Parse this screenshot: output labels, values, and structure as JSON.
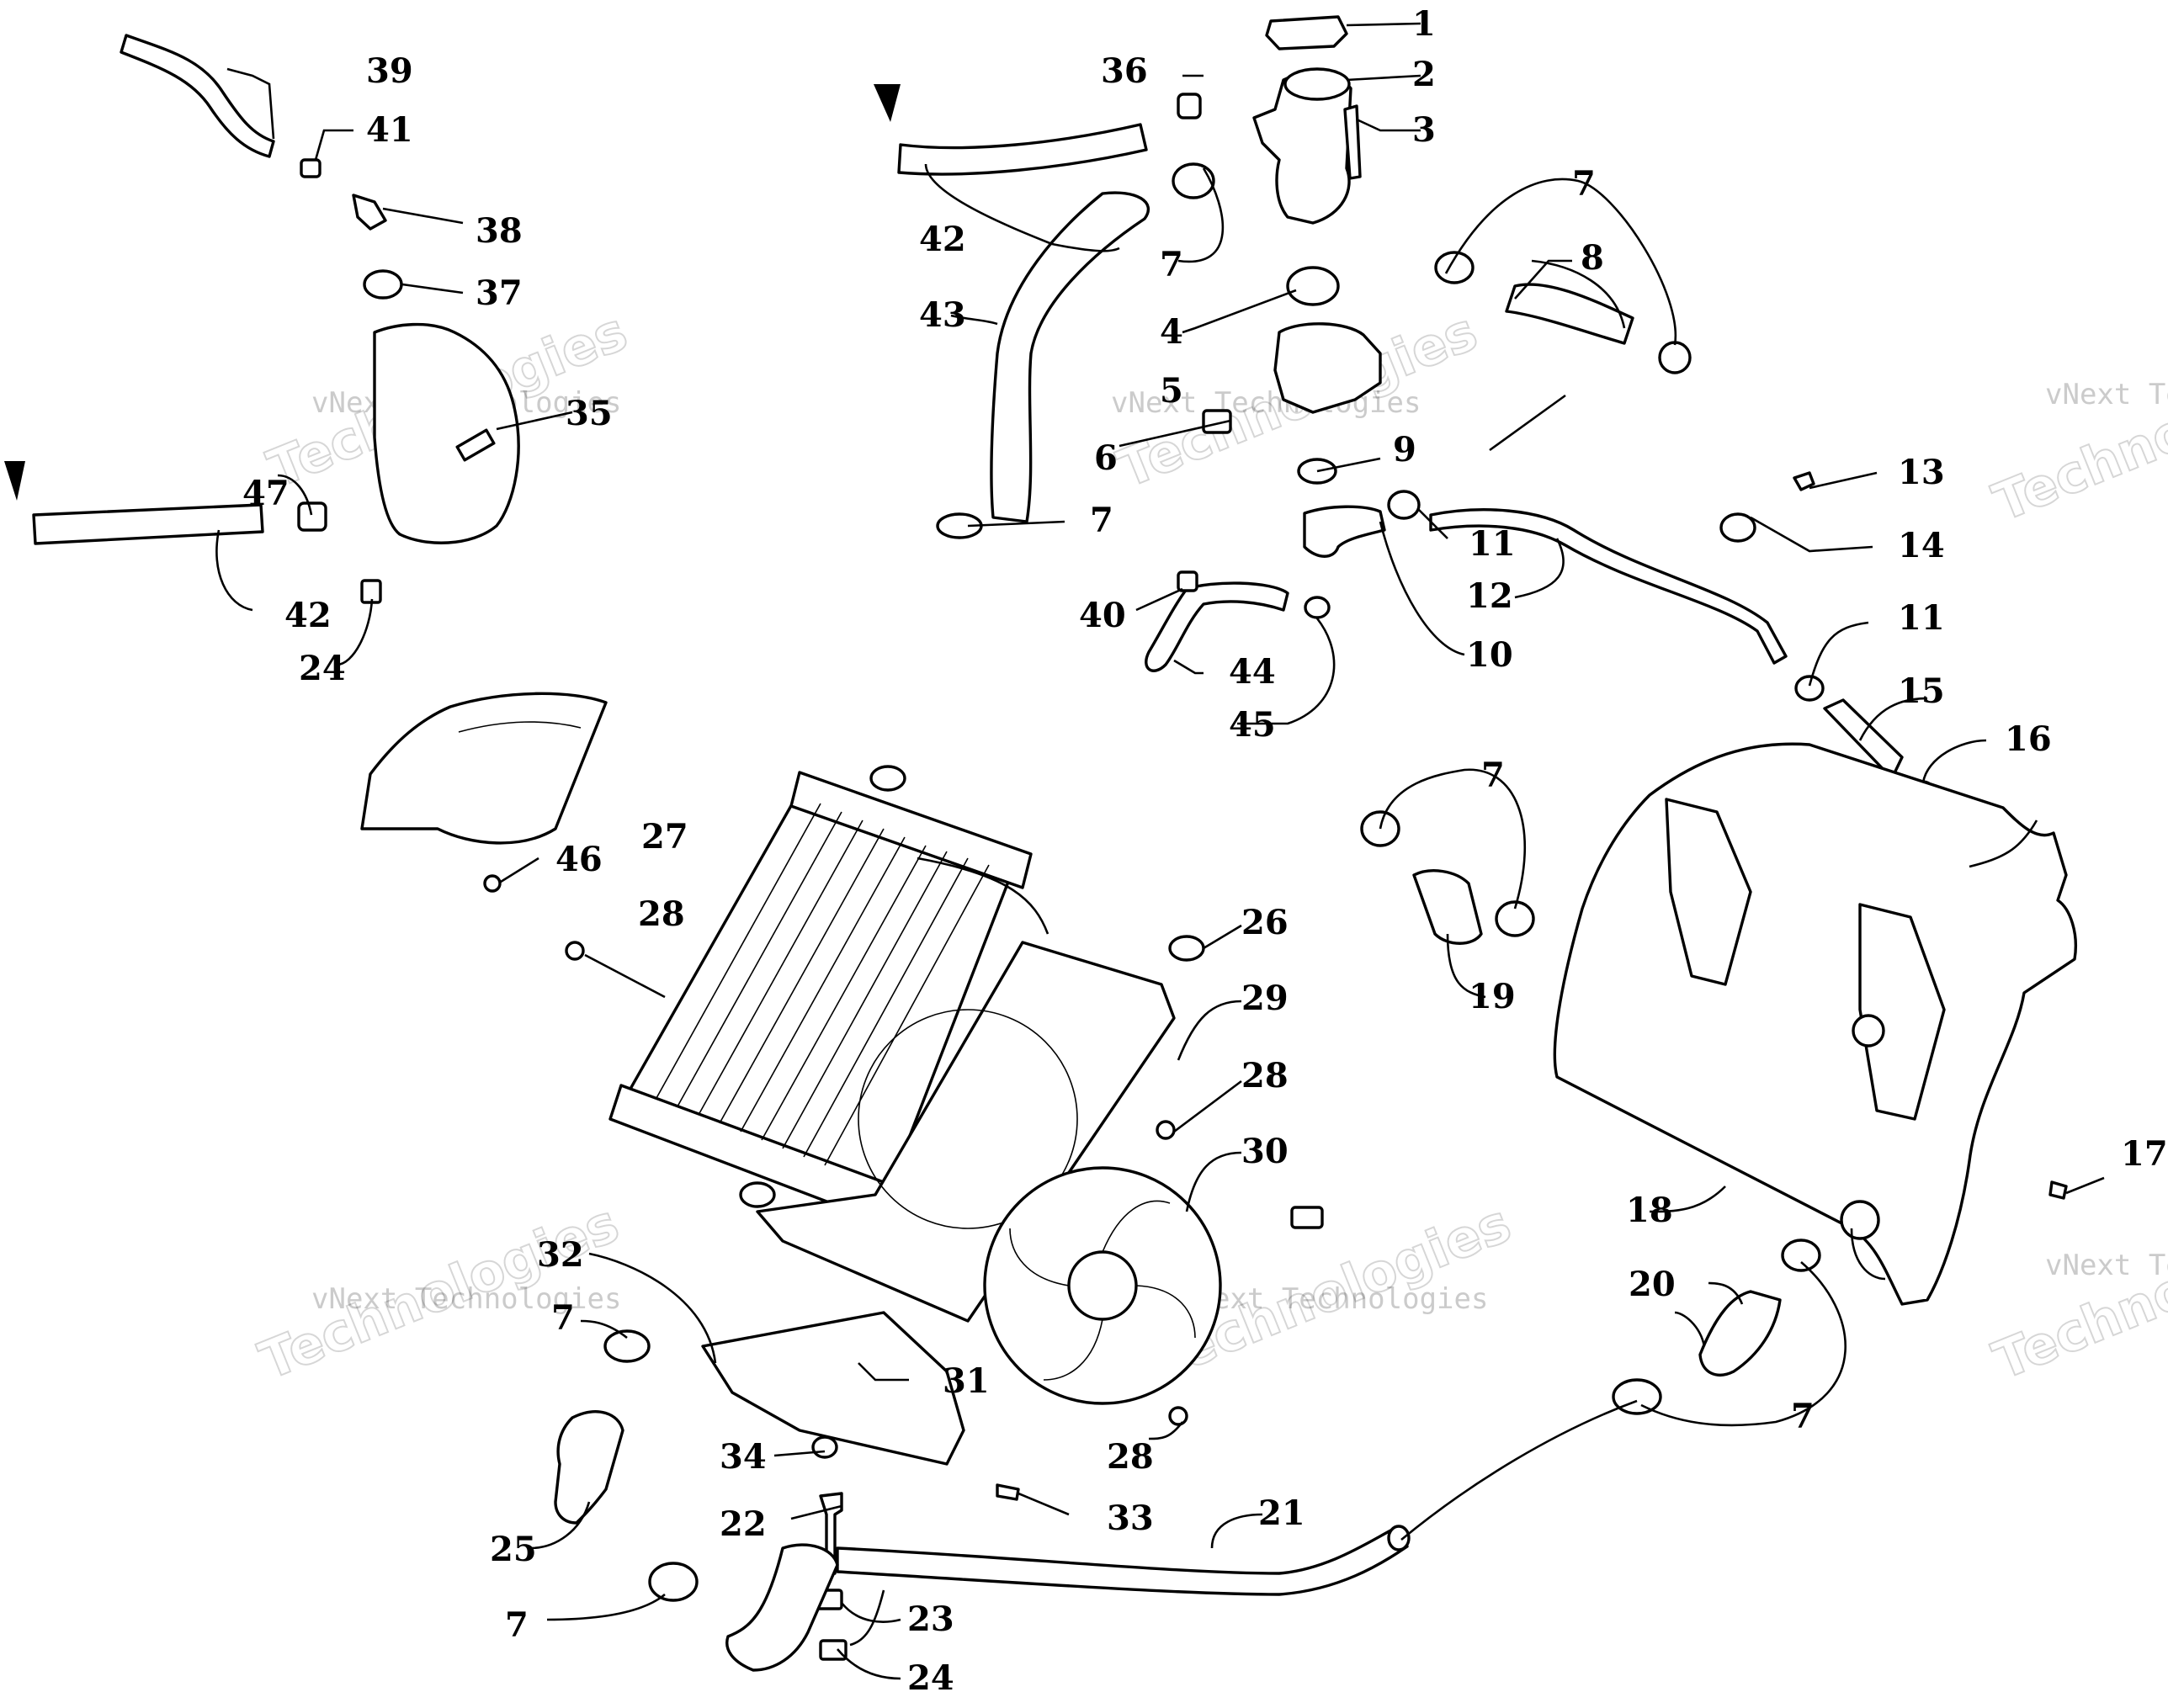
{
  "callouts": [
    "1",
    "2",
    "3",
    "4",
    "5",
    "6",
    "7",
    "8",
    "9",
    "10",
    "11",
    "12",
    "13",
    "14",
    "15",
    "16",
    "17",
    "18",
    "19",
    "20",
    "21",
    "22",
    "23",
    "24",
    "25",
    "26",
    "27",
    "28",
    "29",
    "30",
    "31",
    "32",
    "33",
    "34",
    "35",
    "36",
    "37",
    "38",
    "39",
    "40",
    "41",
    "42",
    "43",
    "44",
    "45",
    "46",
    "47"
  ],
  "watermark": {
    "line1": "vNext Technologies",
    "line2": "Technologies",
    "partial1": "vNext Tec",
    "partial2": "Techno"
  }
}
